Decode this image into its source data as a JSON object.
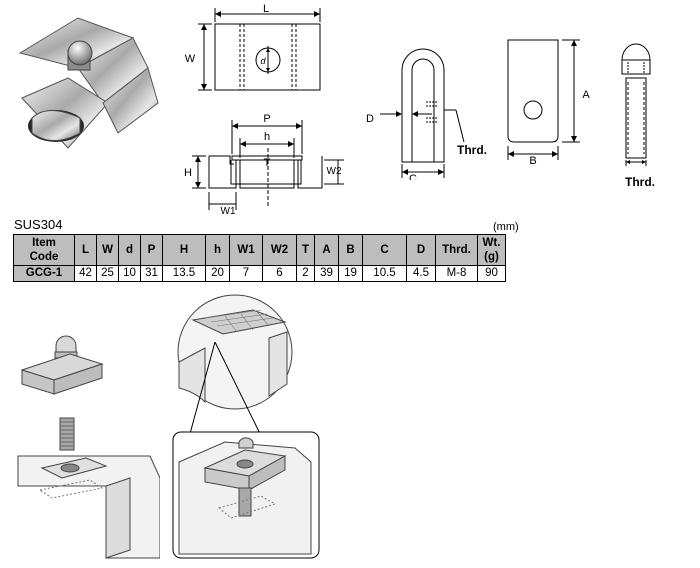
{
  "material": "SUS304",
  "unit": "(mm)",
  "table": {
    "headers": [
      "Item\nCode",
      "L",
      "W",
      "d",
      "P",
      "H",
      "h",
      "W1",
      "W2",
      "T",
      "A",
      "B",
      "C",
      "D",
      "Thrd.",
      "Wt.\n(g)"
    ],
    "rows": [
      [
        "GCG-1",
        "42",
        "25",
        "10",
        "31",
        "13.5",
        "20",
        "7",
        "6",
        "2",
        "39",
        "19",
        "10.5",
        "4.5",
        "M-8",
        "90"
      ]
    ]
  },
  "dims": {
    "L": "L",
    "W": "W",
    "d": "d",
    "P": "P",
    "h": "h",
    "T": "T",
    "H": "H",
    "W1": "W1",
    "W2": "W2",
    "D": "D",
    "C": "C",
    "A": "A",
    "B": "B",
    "thrd_a": "Thrd.",
    "thrd_b": "Thrd."
  },
  "colors": {
    "header_gray": "#bdbdbd",
    "line": "#000000"
  }
}
